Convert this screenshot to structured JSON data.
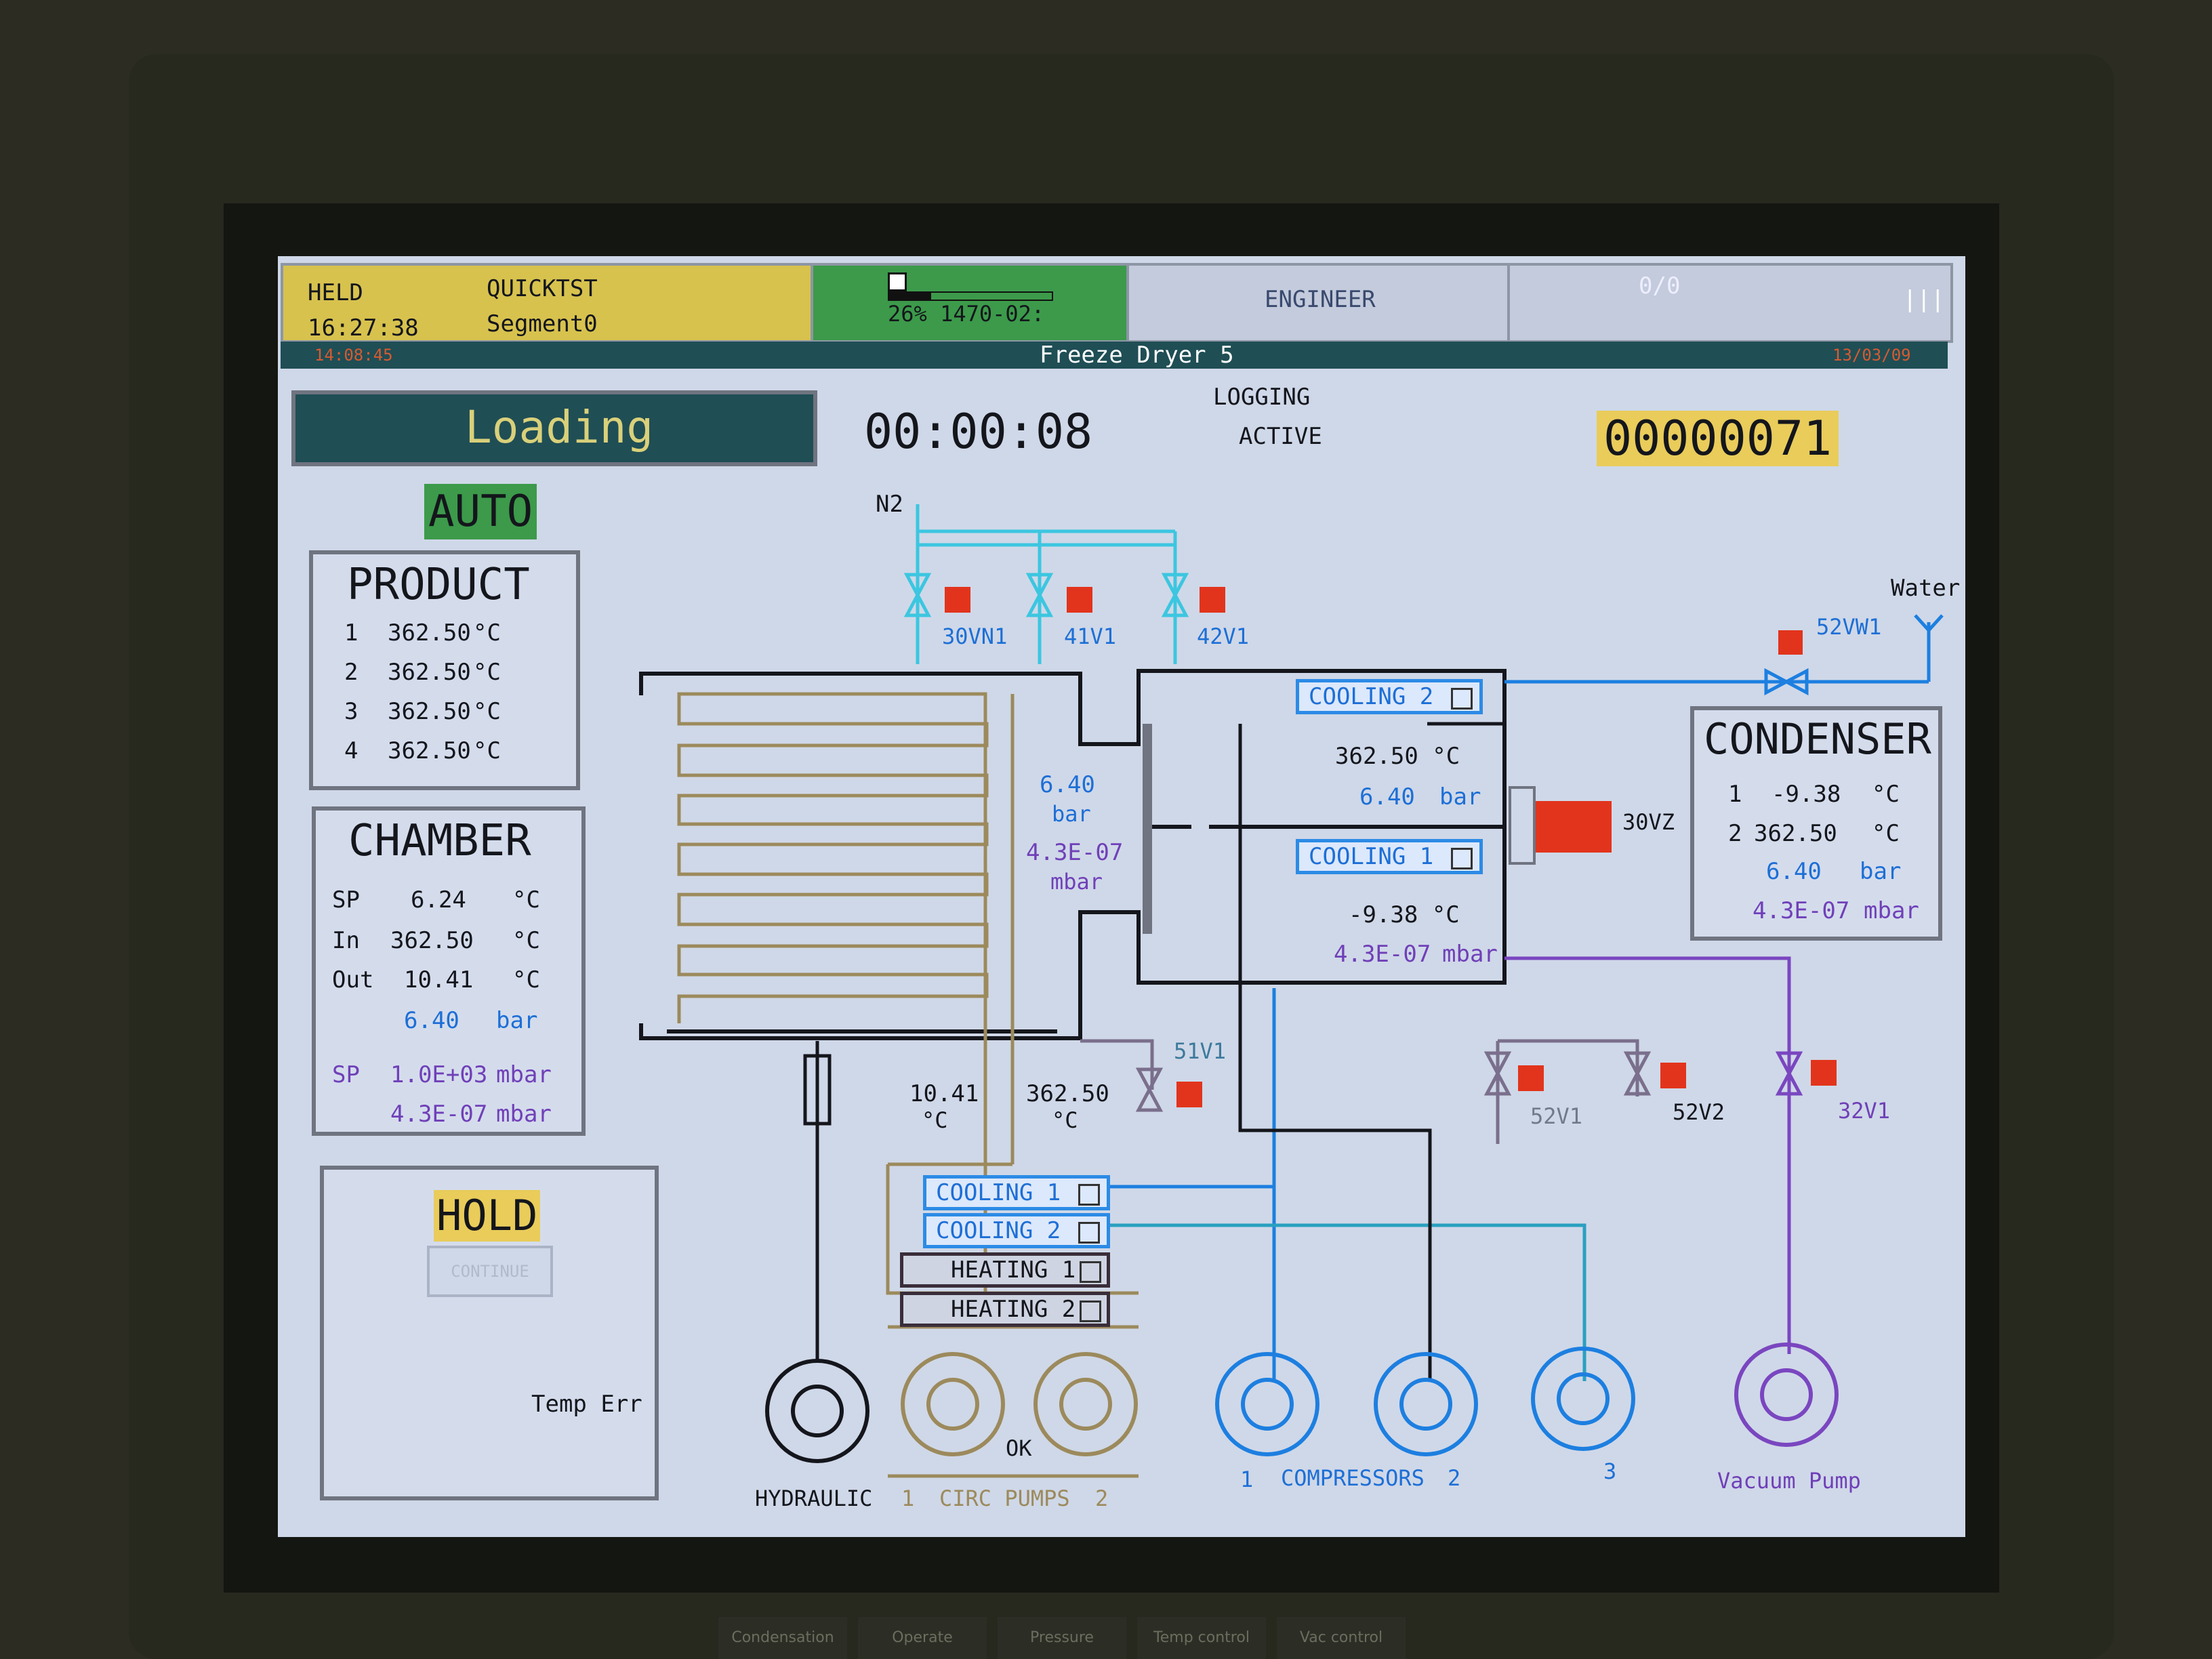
{
  "header": {
    "state": "HELD",
    "time": "16:27:38",
    "recipe": "QUICKTST",
    "segment": "Segment0",
    "progress_text": "26% 1470-02:",
    "progress_percent": 26,
    "user": "ENGINEER",
    "alarms": "0/0"
  },
  "titlebar": {
    "title": "Freeze Dryer 5",
    "left_time": "14:08:45",
    "right_date": "13/03/09"
  },
  "status": {
    "phase": "Loading",
    "elapsed": "00:00:08",
    "logging_line1": "LOGGING",
    "logging_line2": "ACTIVE",
    "counter": "00000071",
    "mode": "AUTO"
  },
  "product": {
    "title": "PRODUCT",
    "rows": [
      {
        "n": "1",
        "value": "362.50",
        "unit": "°C"
      },
      {
        "n": "2",
        "value": "362.50",
        "unit": "°C"
      },
      {
        "n": "3",
        "value": "362.50",
        "unit": "°C"
      },
      {
        "n": "4",
        "value": "362.50",
        "unit": "°C"
      }
    ]
  },
  "chamber": {
    "title": "CHAMBER",
    "sp_label": "SP",
    "sp_value": "6.24",
    "sp_unit": "°C",
    "in_label": "In",
    "in_value": "362.50",
    "in_unit": "°C",
    "out_label": "Out",
    "out_value": "10.41",
    "out_unit": "°C",
    "pressure_value": "6.40",
    "pressure_unit": "bar",
    "vac_sp_label": "SP",
    "vac_sp_value": "1.0E+03",
    "vac_sp_unit": "mbar",
    "vac_value": "4.3E-07",
    "vac_unit": "mbar"
  },
  "hold": {
    "title": "HOLD",
    "continue_label": "CONTINUE",
    "message": "Temp Err"
  },
  "diagram": {
    "n2_label": "N2",
    "water_label": "Water",
    "valves": {
      "v30vn1": "30VN1",
      "v41v1": "41V1",
      "v42v1": "42V1",
      "v52vw1": "52VW1",
      "v30vz": "30VZ",
      "v51v1": "51V1",
      "v52v1": "52V1",
      "v52v2": "52V2",
      "v32v1": "32V1"
    },
    "chamber_pressure": "6.40",
    "chamber_pressure_unit": "bar",
    "chamber_vacuum": "4.3E-07",
    "chamber_vacuum_unit": "mbar",
    "out_temp": "10.41",
    "in_temp": "362.50",
    "temp_unit": "°C",
    "cooling2_top": {
      "label": "COOLING 2",
      "temp": "362.50 °C",
      "pressure": "6.40",
      "pressure_unit": "bar"
    },
    "cooling1_top": {
      "label": "COOLING 1",
      "temp": "-9.38 °C",
      "vacuum": "4.3E-07",
      "vacuum_unit": "mbar"
    },
    "buttons": {
      "cooling1": "COOLING 1",
      "cooling2": "COOLING 2",
      "heating1": "HEATING 1",
      "heating2": "HEATING 2"
    },
    "pumps": {
      "hydraulic": "HYDRAULIC",
      "circ_1": "1",
      "circ_label": "CIRC PUMPS",
      "circ_2": "2",
      "ok": "OK",
      "comp_1": "1",
      "comp_label": "COMPRESSORS",
      "comp_2": "2",
      "comp_3": "3",
      "vacuum_pump": "Vacuum Pump"
    }
  },
  "condenser": {
    "title": "CONDENSER",
    "row1_n": "1",
    "row1_value": "-9.38",
    "row1_unit": "°C",
    "row2_n": "2",
    "row2_value": "362.50",
    "row2_unit": "°C",
    "pressure_value": "6.40",
    "pressure_unit": "bar",
    "vacuum_value": "4.3E-07",
    "vacuum_unit": "mbar"
  },
  "function_keys": [
    "Condensation",
    "Operate",
    "Pressure",
    "Temp control",
    "Vac control"
  ],
  "colors": {
    "header_yellow": "#d7c24e",
    "header_green": "#3c9a4a",
    "n2_line": "#3cc6e0",
    "cooling_blue": "#1d7fe0",
    "circ_tan": "#9c8a5c",
    "vacuum_purple": "#7a46c0",
    "alarm_red": "#e2341c"
  }
}
